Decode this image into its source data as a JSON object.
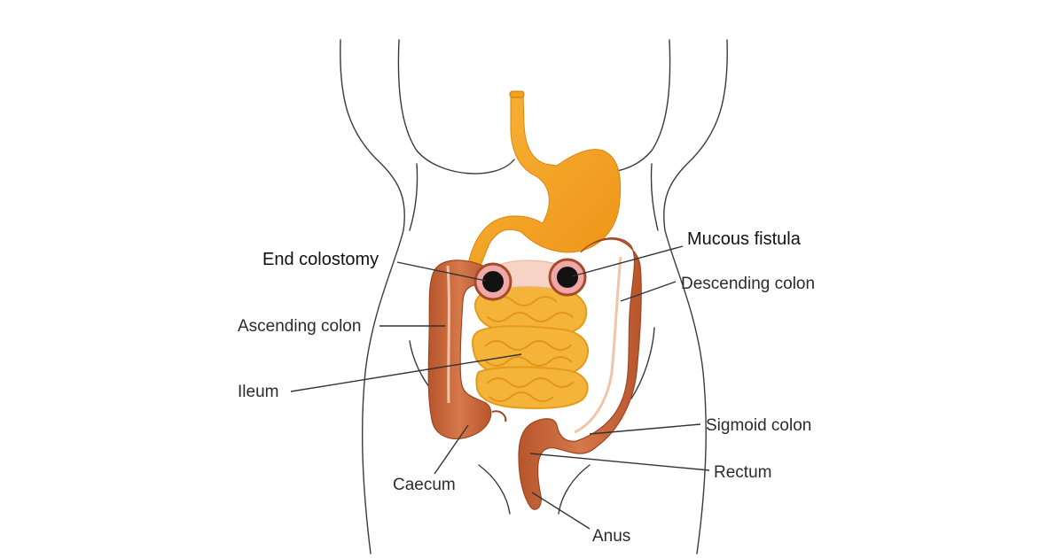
{
  "labels": {
    "end_colostomy": "End colostomy",
    "mucous_fistula": "Mucous fistula",
    "descending_colon": "Descending colon",
    "ascending_colon": "Ascending colon",
    "ileum": "Ileum",
    "sigmoid_colon": "Sigmoid colon",
    "rectum": "Rectum",
    "caecum": "Caecum",
    "anus": "Anus"
  },
  "colors": {
    "stomach": "#f3a21f",
    "small_intestine": "#f4b43a",
    "colon": "#c9673a",
    "stoma_ring": "#f0a7a7",
    "outline": "#3a3a3a"
  }
}
